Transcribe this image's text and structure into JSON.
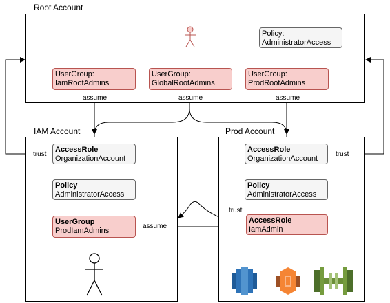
{
  "frames": {
    "root": "Root Account",
    "iam": "IAM Account",
    "prod": "Prod Account"
  },
  "root": {
    "policy": {
      "line1": "Policy:",
      "line2": "AdministratorAccess"
    },
    "groups": [
      {
        "line1": "UserGroup:",
        "line2": "IamRootAdmins"
      },
      {
        "line1": "UserGroup:",
        "line2": "GlobalRootAdmins"
      },
      {
        "line1": "UserGroup:",
        "line2": "ProdRootAdmins"
      }
    ]
  },
  "iam": {
    "role": {
      "line1": "AccessRole",
      "line2": "OrganizationAccount"
    },
    "policy": {
      "line1": "Policy",
      "line2": "AdministratorAccess"
    },
    "group": {
      "line1": "UserGroup",
      "line2": "ProdIamAdmins"
    }
  },
  "prod": {
    "role": {
      "line1": "AccessRole",
      "line2": "OrganizationAccount"
    },
    "policy": {
      "line1": "Policy",
      "line2": "AdministratorAccess"
    },
    "admin": {
      "line1": "AccessRole",
      "line2": "IamAdmin"
    }
  },
  "labels": {
    "assume": "assume",
    "trust": "trust"
  },
  "colors": {
    "group_fill": "#f8cecc",
    "group_stroke": "#b85450",
    "node_fill": "#f5f5f5",
    "node_stroke": "#666666",
    "aws_blue": "#2e73b8",
    "aws_orange": "#f58534",
    "aws_green": "#759c3e"
  },
  "icons": [
    "actor-icon",
    "aws-database-icon",
    "aws-compute-icon",
    "aws-network-icon"
  ]
}
